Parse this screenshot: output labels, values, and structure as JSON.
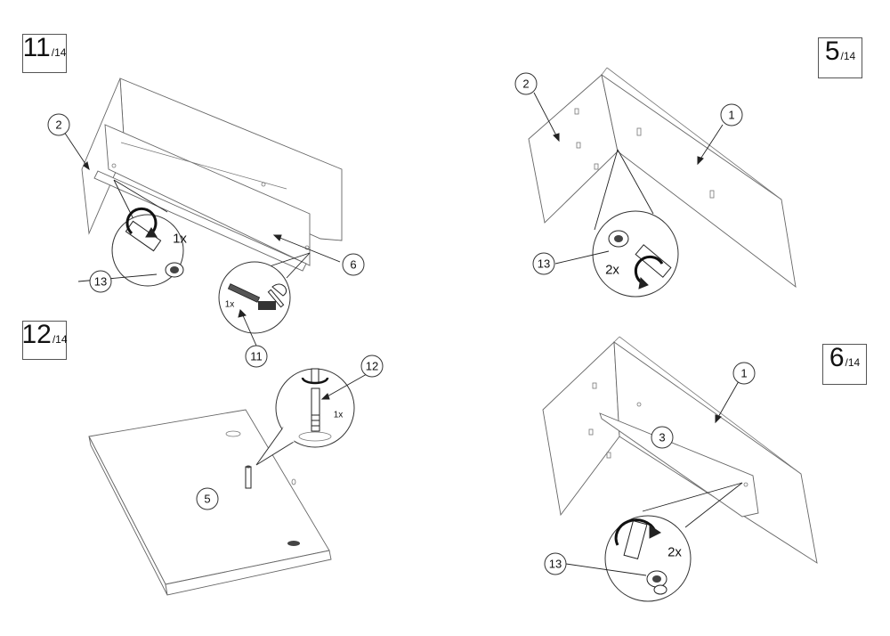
{
  "steps": [
    {
      "id": "11",
      "big": "11",
      "small": "/14"
    },
    {
      "id": "12",
      "big": "12",
      "small": "/14"
    },
    {
      "id": "5",
      "big": "5",
      "small": "/14"
    },
    {
      "id": "6",
      "big": "6",
      "small": "/14"
    }
  ],
  "callouts": {
    "s11_part_2": "2",
    "s11_part_13": "13",
    "s11_part_6": "6",
    "s11_part_11": "11",
    "s12_part_12": "12",
    "s12_part_5": "5",
    "s5_part_2": "2",
    "s5_part_1": "1",
    "s5_part_13": "13",
    "s6_part_1": "1",
    "s6_part_3": "3",
    "s6_part_13": "13"
  },
  "quantities": {
    "s11_cam": "1x",
    "s11_hammer": "1x",
    "s12_dowel": "1x",
    "s5_cam": "2x",
    "s6_cam": "2x"
  },
  "icons": {
    "cam_lock": "cam-lock-icon",
    "screwdriver": "screwdriver-icon",
    "hammer": "hammer-icon",
    "dowel": "dowel-icon",
    "rotate_arrow": "rotate-arrow-icon"
  }
}
